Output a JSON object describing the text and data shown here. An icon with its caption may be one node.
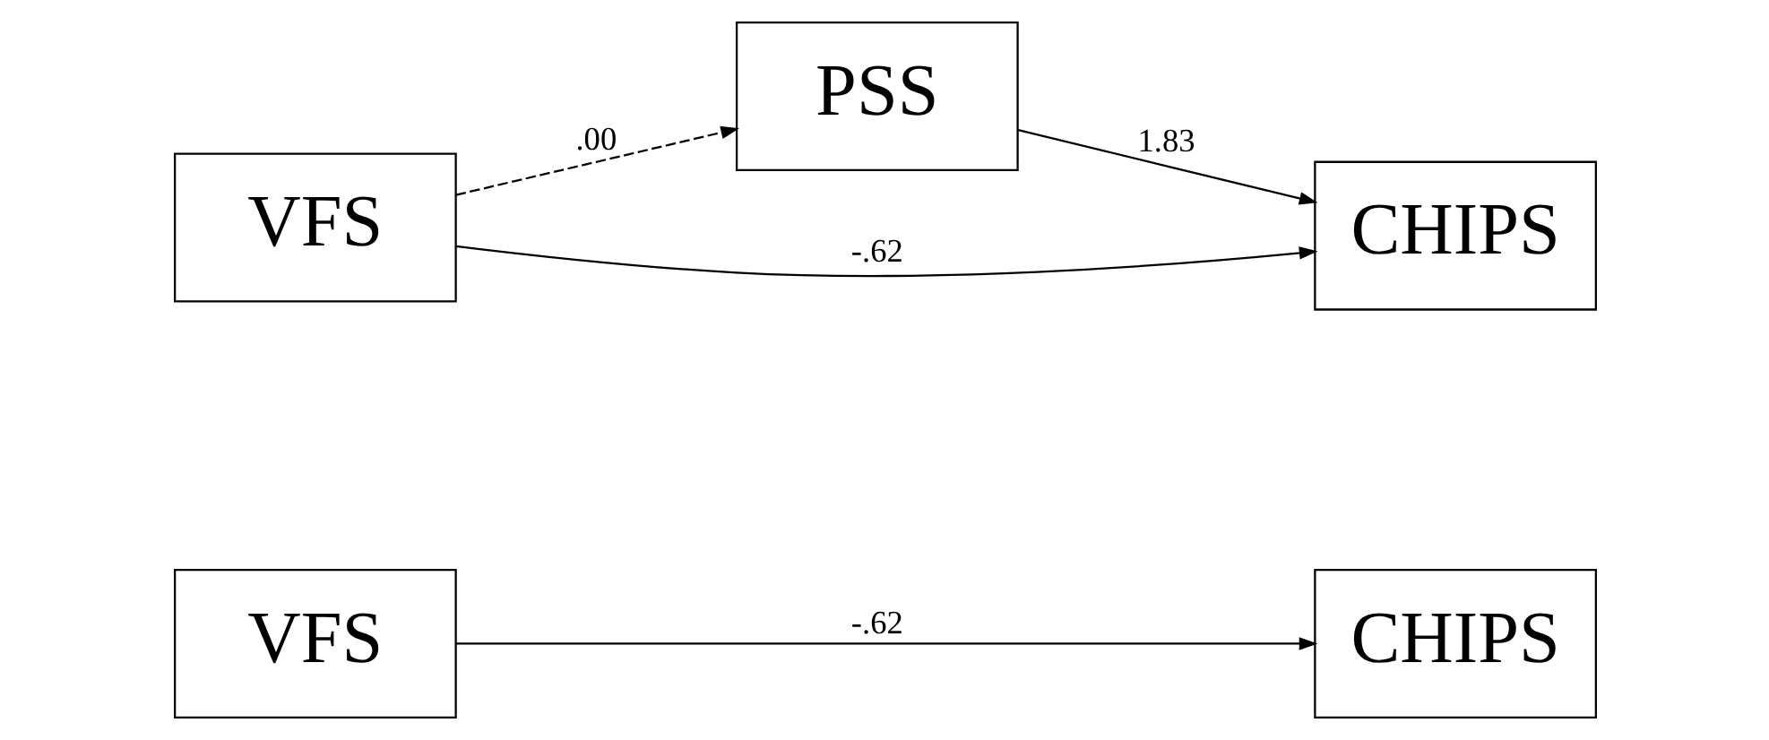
{
  "diagram": {
    "nodes": [
      {
        "text": [
          "VFS"
        ]
      },
      {
        "text": [
          "CHIPS"
        ]
      },
      {
        "text": [
          "PSS"
        ]
      },
      {
        "text": [
          "VFS"
        ]
      },
      {
        "text": [
          "CHIPS"
        ]
      }
    ],
    "edges": [
      {
        "from": 0,
        "to": 1,
        "arrow": "to",
        "label": "-.62"
      },
      {
        "from": 3,
        "to": 2,
        "arrow": "to",
        "label": ".00",
        "style": "dashed"
      },
      {
        "from": 2,
        "to": 4,
        "arrow": "to",
        "label": "1.83"
      },
      {
        "from": 3,
        "to": 4,
        "arrow": "to",
        "label": "-.62"
      }
    ]
  }
}
